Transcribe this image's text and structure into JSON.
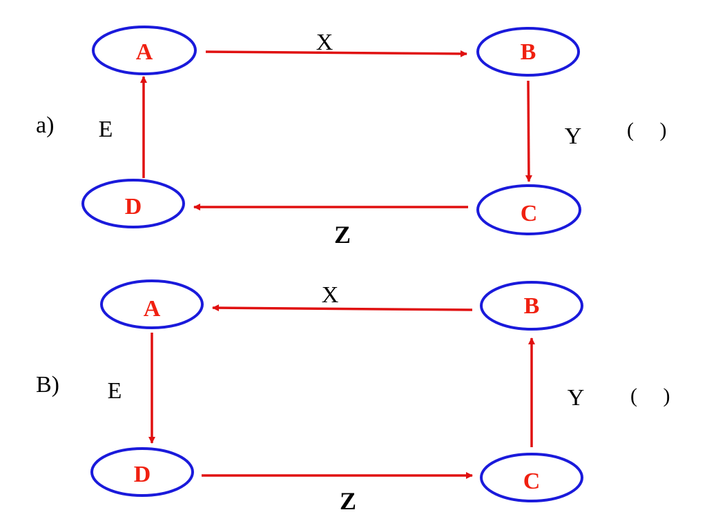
{
  "colors": {
    "node_border": "#1a1adb",
    "node_text": "#f02010",
    "arrow": "#e01010",
    "text": "#000000"
  },
  "diagrams": [
    {
      "id": "a",
      "label": "a)",
      "answer_blank": "(     )",
      "nodes": {
        "A": "A",
        "B": "B",
        "C": "C",
        "D": "D"
      },
      "edges": {
        "top": {
          "label": "X",
          "from": "A",
          "to": "B"
        },
        "right": {
          "label": "Y",
          "from": "B",
          "to": "C"
        },
        "bottom": {
          "label": "Z",
          "from": "C",
          "to": "D"
        },
        "left": {
          "label": "E",
          "from": "D",
          "to": "A"
        }
      }
    },
    {
      "id": "b",
      "label": "B)",
      "answer_blank": "(     )",
      "nodes": {
        "A": "A",
        "B": "B",
        "C": "C",
        "D": "D"
      },
      "edges": {
        "top": {
          "label": "X",
          "from": "B",
          "to": "A"
        },
        "right": {
          "label": "Y",
          "from": "C",
          "to": "B"
        },
        "bottom": {
          "label": "Z",
          "from": "D",
          "to": "C"
        },
        "left": {
          "label": "E",
          "from": "A",
          "to": "D"
        }
      }
    }
  ]
}
